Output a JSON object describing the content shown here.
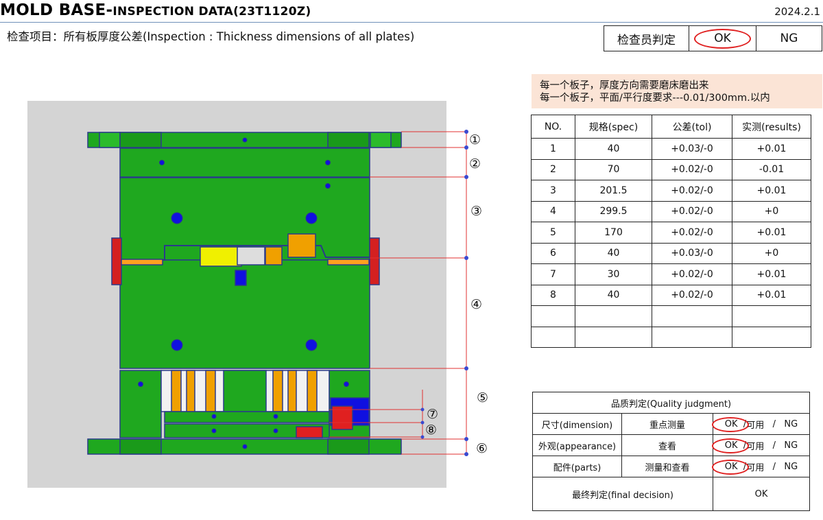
{
  "header": {
    "title_main": "MOLD BASE-",
    "title_rest": "INSPECTION DATA(23T1120Z)",
    "date": "2024.2.1",
    "subtitle": "检查项目：所有板厚度公差(Inspection : Thickness dimensions of all plates)"
  },
  "inspector_judgement": {
    "label": "检查员判定",
    "ok": "OK",
    "ng": "NG"
  },
  "notes": [
    "每一个板子，厚度方向需要磨床磨出来",
    "每一个板子，平面/平行度要求---0.01/300mm.以内"
  ],
  "spec_table": {
    "headers": [
      "NO.",
      "规格(spec)",
      "公差(tol)",
      "实测(results)"
    ],
    "rows": [
      [
        "1",
        "40",
        "+0.03/-0",
        "+0.01"
      ],
      [
        "2",
        "70",
        "+0.02/-0",
        "-0.01"
      ],
      [
        "3",
        "201.5",
        "+0.02/-0",
        "+0.01"
      ],
      [
        "4",
        "299.5",
        "+0.02/-0",
        "+0"
      ],
      [
        "5",
        "170",
        "+0.02/-0",
        "+0.01"
      ],
      [
        "6",
        "40",
        "+0.03/-0",
        "+0"
      ],
      [
        "7",
        "30",
        "+0.02/-0",
        "+0.01"
      ],
      [
        "8",
        "40",
        "+0.02/-0",
        "+0.01"
      ],
      [
        "",
        "",
        "",
        ""
      ],
      [
        "",
        "",
        "",
        ""
      ]
    ]
  },
  "quality": {
    "title": "品质判定(Quality judgment)",
    "rows": [
      {
        "item": "尺寸(dimension)",
        "method": "重点测量",
        "ok": "OK",
        "sep1": "/",
        "usable": "可用",
        "sep2": "/",
        "ng": "NG"
      },
      {
        "item": "外观(appearance)",
        "method": "查看",
        "ok": "OK",
        "sep1": "/",
        "usable": "可用",
        "sep2": "/",
        "ng": "NG"
      },
      {
        "item": "配件(parts)",
        "method": "测量和查看",
        "ok": "OK",
        "sep1": "/",
        "usable": "可用",
        "sep2": "/",
        "ng": "NG"
      }
    ],
    "final_label": "最终判定(final decision)",
    "final_value": "OK"
  },
  "drawing": {
    "labels": [
      "①",
      "②",
      "③",
      "④",
      "⑤",
      "⑥",
      "⑦",
      "⑧"
    ],
    "colors": {
      "plate": "#1fa81f",
      "outline": "#2a3a8a",
      "dim_line": "#e03030",
      "pin": "#f0a000",
      "insert": "#f0f000",
      "side": "#d42020",
      "block": "#1010e0",
      "background": "#d4d4d4"
    }
  }
}
